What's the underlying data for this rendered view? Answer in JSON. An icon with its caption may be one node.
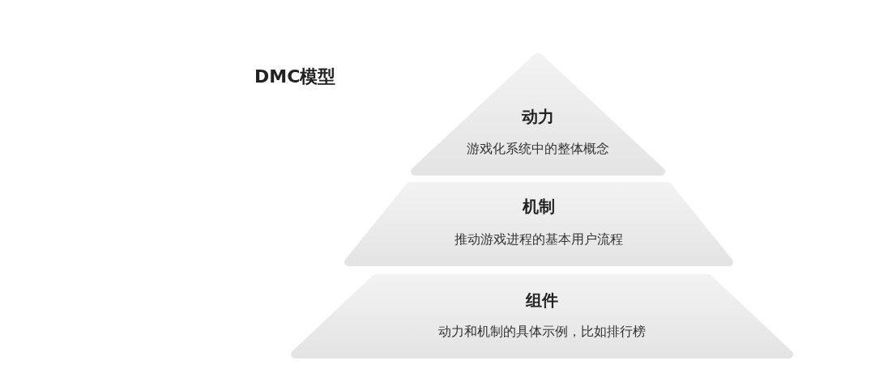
{
  "diagram": {
    "title": "DMC模型",
    "nodes": [
      {
        "text": [
          "动力",
          "游戏化系统中的整体概念"
        ]
      },
      {
        "text": [
          "机制",
          "推动游戏进程的基本用户流程"
        ]
      },
      {
        "text": [
          "组件",
          "动力和机制的具体示例，比如排行榜"
        ]
      }
    ]
  }
}
